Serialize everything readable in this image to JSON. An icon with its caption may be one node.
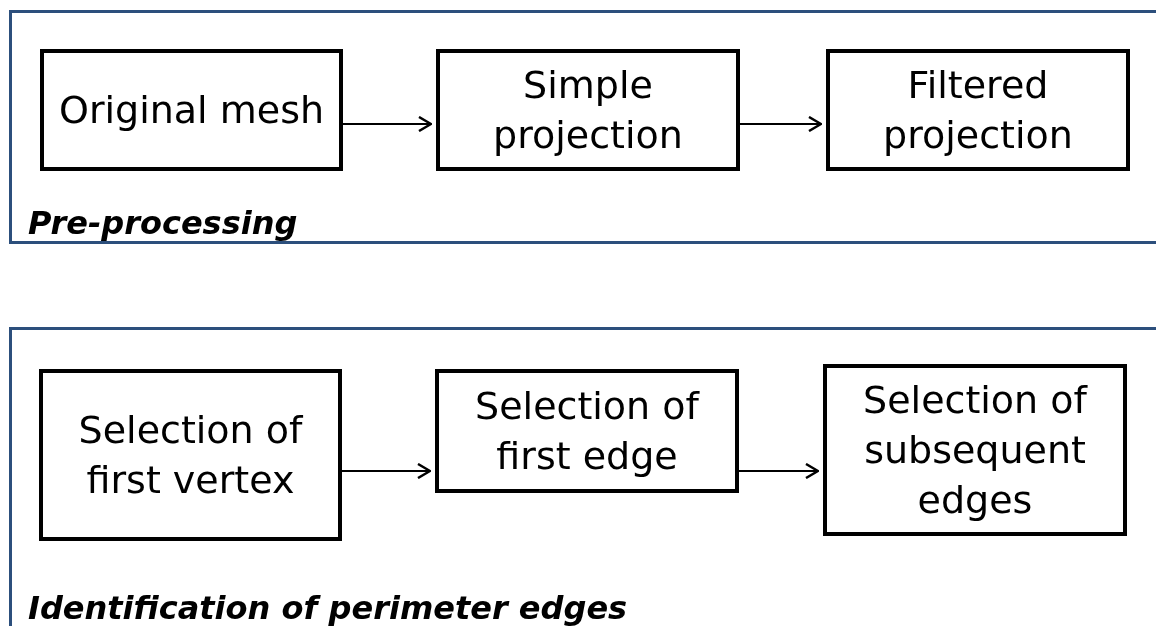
{
  "diagram": {
    "nodes": [
      {
        "text": [
          "Pre-processing"
        ]
      },
      {
        "text": [
          "Original mesh"
        ],
        "in": 0
      },
      {
        "text": [
          "Simple projection"
        ],
        "in": 0
      },
      {
        "text": [
          "Filtered projection"
        ],
        "in": 0
      },
      {
        "text": [
          "Identification of perimeter edges"
        ]
      },
      {
        "text": [
          "Selection of first vertex"
        ],
        "in": 4
      },
      {
        "text": [
          "Selection of first edge"
        ],
        "in": 4
      },
      {
        "text": [
          "Selection of subsequent edges"
        ],
        "in": 4
      }
    ],
    "edges": [
      {
        "from": 1,
        "to": 2,
        "arrow": "to"
      },
      {
        "from": 2,
        "to": 3,
        "arrow": "to"
      },
      {
        "from": 5,
        "to": 6,
        "arrow": "to"
      },
      {
        "from": 6,
        "to": 7,
        "arrow": "to"
      }
    ]
  }
}
